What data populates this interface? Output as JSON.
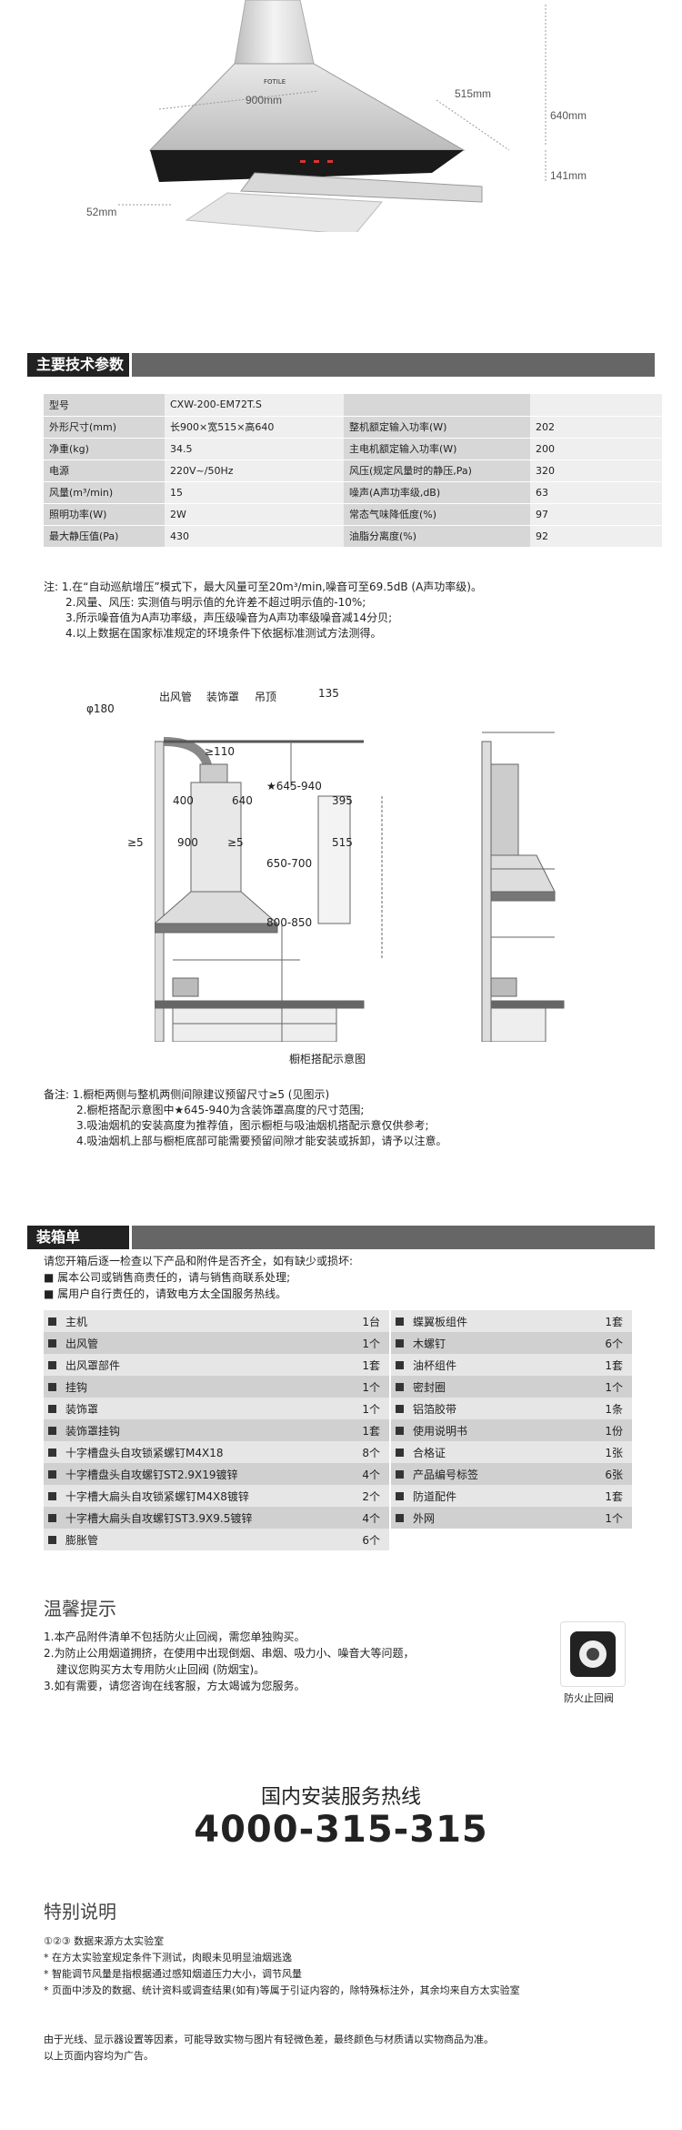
{
  "hood": {
    "dim_640": "640mm",
    "dim_900": "900mm",
    "dim_515": "515mm",
    "dim_141": "141mm",
    "dim_52": "52mm"
  },
  "specs": {
    "title": "主要技术参数",
    "rows": [
      {
        "k1": "型号",
        "v1": "CXW-200-EM72T.S",
        "k2": "",
        "v2": ""
      },
      {
        "k1": "外形尺寸(mm)",
        "v1": "长900×宽515×高640",
        "k2": "整机额定输入功率(W)",
        "v2": "202"
      },
      {
        "k1": "净重(kg)",
        "v1": "34.5",
        "k2": "主电机额定输入功率(W)",
        "v2": "200"
      },
      {
        "k1": "电源",
        "v1": "220V~/50Hz",
        "k2": "风压(规定风量时的静压,Pa)",
        "v2": "320"
      },
      {
        "k1": "风量(m³/min)",
        "v1": "15",
        "k2": "噪声(A声功率级,dB)",
        "v2": "63"
      },
      {
        "k1": "照明功率(W)",
        "v1": "2W",
        "k2": "常态气味降低度(%)",
        "v2": "97"
      },
      {
        "k1": "最大静压值(Pa)",
        "v1": "430",
        "k2": "油脂分离度(%)",
        "v2": "92"
      }
    ],
    "notes": [
      "注: 1.在“自动巡航增压”模式下，最大风量可至20m³/min,噪音可至69.5dB (A声功率级)。",
      "2.风量、风压: 实测值与明示值的允许差不超过明示值的-10%;",
      "3.所示噪音值为A声功率级，声压级噪音为A声功率级噪音减14分贝;",
      "4.以上数据在国家标准规定的环境条件下依据标准测试方法测得。"
    ]
  },
  "install": {
    "labels": {
      "pipe": "出风管",
      "cover": "装饰罩",
      "hook": "吊顶",
      "d180": "φ180",
      "ge110": "≥110",
      "d400": "400",
      "d640": "640",
      "d645_940": "★645-940",
      "d900": "900",
      "ge5a": "≥5",
      "ge5b": "≥5",
      "d650_700": "650-700",
      "d800_850": "800-850",
      "d135": "135",
      "d395": "395",
      "d515": "515"
    },
    "caption": "橱柜搭配示意图",
    "notes": [
      "备注: 1.橱柜两侧与整机两侧间隙建议预留尺寸≥5 (见图示)",
      "2.橱柜搭配示意图中★645-940为含装饰罩高度的尺寸范围;",
      "3.吸油烟机的安装高度为推荐值，图示橱柜与吸油烟机搭配示意仅供参考;",
      "4.吸油烟机上部与橱柜底部可能需要预留间隙才能安装或拆卸，请予以注意。"
    ]
  },
  "packing": {
    "title": "装箱单",
    "intro": [
      "请您开箱后逐一检查以下产品和附件是否齐全，如有缺少或损坏:",
      "属本公司或销售商责任的，请与销售商联系处理;",
      "属用户自行责任的，请致电方太全国服务热线。"
    ],
    "left": [
      {
        "name": "主机",
        "qty": "1台"
      },
      {
        "name": "出风管",
        "qty": "1个"
      },
      {
        "name": "出风罩部件",
        "qty": "1套"
      },
      {
        "name": "挂钩",
        "qty": "1个"
      },
      {
        "name": "装饰罩",
        "qty": "1个"
      },
      {
        "name": "装饰罩挂钩",
        "qty": "1套"
      },
      {
        "name": "十字槽盘头自攻锁紧螺钉M4X18",
        "qty": "8个"
      },
      {
        "name": "十字槽盘头自攻螺钉ST2.9X19镀锌",
        "qty": "4个"
      },
      {
        "name": "十字槽大扁头自攻锁紧螺钉M4X8镀锌",
        "qty": "2个"
      },
      {
        "name": "十字槽大扁头自攻螺钉ST3.9X9.5镀锌",
        "qty": "4个"
      },
      {
        "name": "膨胀管",
        "qty": "6个"
      }
    ],
    "right": [
      {
        "name": "蝶翼板组件",
        "qty": "1套"
      },
      {
        "name": "木螺钉",
        "qty": "6个"
      },
      {
        "name": "油杯组件",
        "qty": "1套"
      },
      {
        "name": "密封圈",
        "qty": "1个"
      },
      {
        "name": "铝箔胶带",
        "qty": "1条"
      },
      {
        "name": "使用说明书",
        "qty": "1份"
      },
      {
        "name": "合格证",
        "qty": "1张"
      },
      {
        "name": "产品编号标签",
        "qty": "6张"
      },
      {
        "name": "防道配件",
        "qty": "1套"
      },
      {
        "name": "外网",
        "qty": "1个"
      }
    ]
  },
  "tips": {
    "title": "温馨提示",
    "lines": [
      "1.本产品附件清单不包括防火止回阀，需您单独购买。",
      "2.为防止公用烟道拥挤，在使用中出现倒烟、串烟、吸力小、噪音大等问题，",
      "建议您购买方太专用防火止回阀 (防烟宝)。",
      "3.如有需要，请您咨询在线客服，方太竭诚为您服务。"
    ],
    "valve_label": "防火止回阀"
  },
  "hotline": {
    "title": "国内安装服务热线",
    "number": "4000-315-315"
  },
  "special": {
    "title": "特别说明",
    "lines": [
      "①②③ 数据来源方太实验室",
      "* 在方太实验室规定条件下测试，肉眼未见明显油烟逃逸",
      "* 智能调节风量是指根据通过感知烟道压力大小，调节风量",
      "* 页面中涉及的数据、统计资料或调查结果(如有)等属于引证内容的，除特殊标注外，其余均来自方太实验室"
    ],
    "footer": [
      "由于光线、显示器设置等因素，可能导致实物与图片有轻微色差，最终颜色与材质请以实物商品为准。",
      "以上页面内容均为广告。"
    ]
  }
}
